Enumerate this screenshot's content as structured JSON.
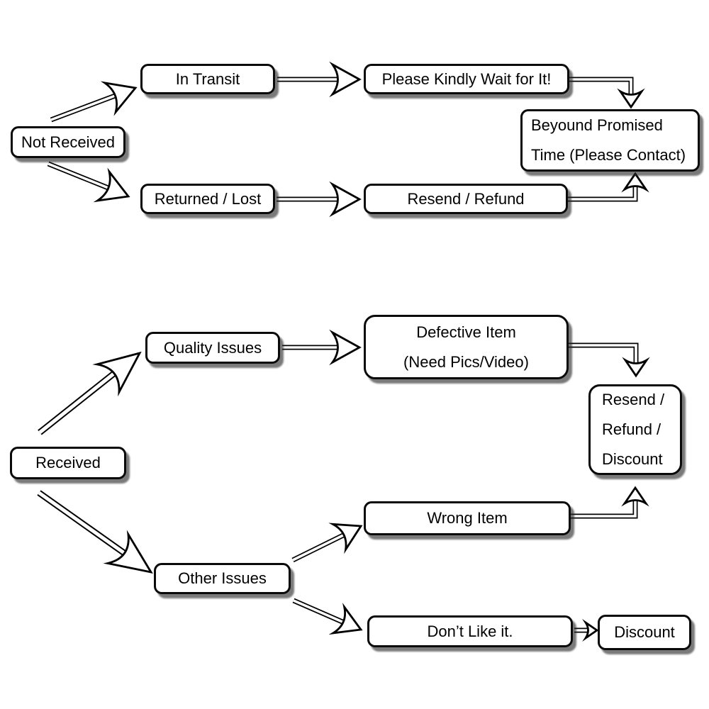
{
  "diagram": {
    "title": "",
    "colors": {
      "background": "#ffffff",
      "box_fill": "#ffffff",
      "box_border": "#000000",
      "text": "#000000",
      "shadow": "#4a4a4a"
    },
    "nodes": {
      "not_received": {
        "label": "Not Received"
      },
      "in_transit": {
        "label": "In Transit"
      },
      "please_wait": {
        "label": "Please Kindly Wait for It!"
      },
      "returned_lost": {
        "label": "Returned / Lost"
      },
      "resend_refund": {
        "label": "Resend / Refund"
      },
      "beyond_promised": {
        "lines": [
          "Beyound Promised",
          "Time (Please Contact)"
        ]
      },
      "received": {
        "label": "Received"
      },
      "quality_issues": {
        "label": "Quality Issues"
      },
      "defective_item": {
        "lines": [
          "Defective Item",
          "(Need Pics/Video)"
        ]
      },
      "resend_refund_discount": {
        "lines": [
          "Resend /",
          "Refund /",
          "Discount"
        ]
      },
      "other_issues": {
        "label": "Other Issues"
      },
      "wrong_item": {
        "label": "Wrong Item"
      },
      "dont_like": {
        "label": "Don’t Like it."
      },
      "discount": {
        "label": "Discount"
      }
    },
    "edges": [
      {
        "from": "Not Received",
        "to": "In Transit"
      },
      {
        "from": "Not Received",
        "to": "Returned / Lost"
      },
      {
        "from": "In Transit",
        "to": "Please Kindly Wait for It!"
      },
      {
        "from": "Returned / Lost",
        "to": "Resend / Refund"
      },
      {
        "from": "Please Kindly Wait for It!",
        "to": "Beyound Promised Time (Please Contact)"
      },
      {
        "from": "Resend / Refund",
        "to": "Beyound Promised Time (Please Contact)"
      },
      {
        "from": "Received",
        "to": "Quality Issues"
      },
      {
        "from": "Received",
        "to": "Other Issues"
      },
      {
        "from": "Quality Issues",
        "to": "Defective Item (Need Pics/Video)"
      },
      {
        "from": "Defective Item (Need Pics/Video)",
        "to": "Resend / Refund / Discount"
      },
      {
        "from": "Other Issues",
        "to": "Wrong Item"
      },
      {
        "from": "Other Issues",
        "to": "Don’t Like it."
      },
      {
        "from": "Wrong Item",
        "to": "Resend / Refund / Discount"
      },
      {
        "from": "Don’t Like it.",
        "to": "Discount"
      }
    ]
  }
}
